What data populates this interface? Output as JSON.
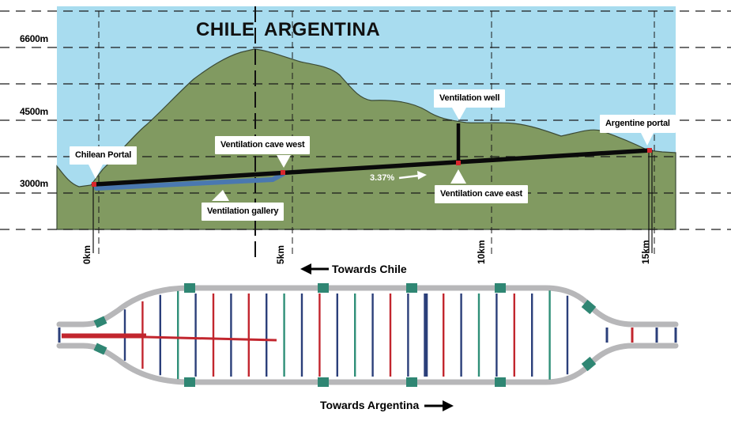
{
  "colors": {
    "sky": "#a8dcef",
    "mountain": "#819a61",
    "mountain_edge": "#3b4a36",
    "tunnel": "#0a0a0a",
    "gallery": "#4a78b0",
    "marker": "#d8262c",
    "tube": "#b7b7b9",
    "blue_line": "#2b3f7a",
    "red_line": "#c2262e",
    "green_line": "#2f8f78",
    "green_block": "#2f8673"
  },
  "countries": {
    "west": "CHILE",
    "east": "ARGENTINA"
  },
  "altitudes": [
    "6600m",
    "4500m",
    "3000m"
  ],
  "km_labels": [
    "0km",
    "5km",
    "10km",
    "15km"
  ],
  "callouts": {
    "chilean_portal": "Chilean Portal",
    "ventilation_cave_west": "Ventilation cave west",
    "ventilation_well": "Ventilation well",
    "argentine_portal": "Argentine portal",
    "ventilation_gallery": "Ventilation gallery",
    "ventilation_cave_east": "Ventilation cave east"
  },
  "gradient_label": "3.37%",
  "directions": {
    "chile": "Towards Chile",
    "argentina": "Towards Argentina"
  },
  "plan": {
    "cross_passages": [
      "blue",
      "red",
      "blue",
      "green",
      "blue",
      "red",
      "blue",
      "red",
      "blue",
      "green",
      "blue",
      "red",
      "blue",
      "green",
      "blue",
      "red",
      "blue",
      "blue",
      "red",
      "blue",
      "green",
      "blue",
      "red",
      "blue",
      "green",
      "blue"
    ],
    "thick_red_index": 17
  }
}
